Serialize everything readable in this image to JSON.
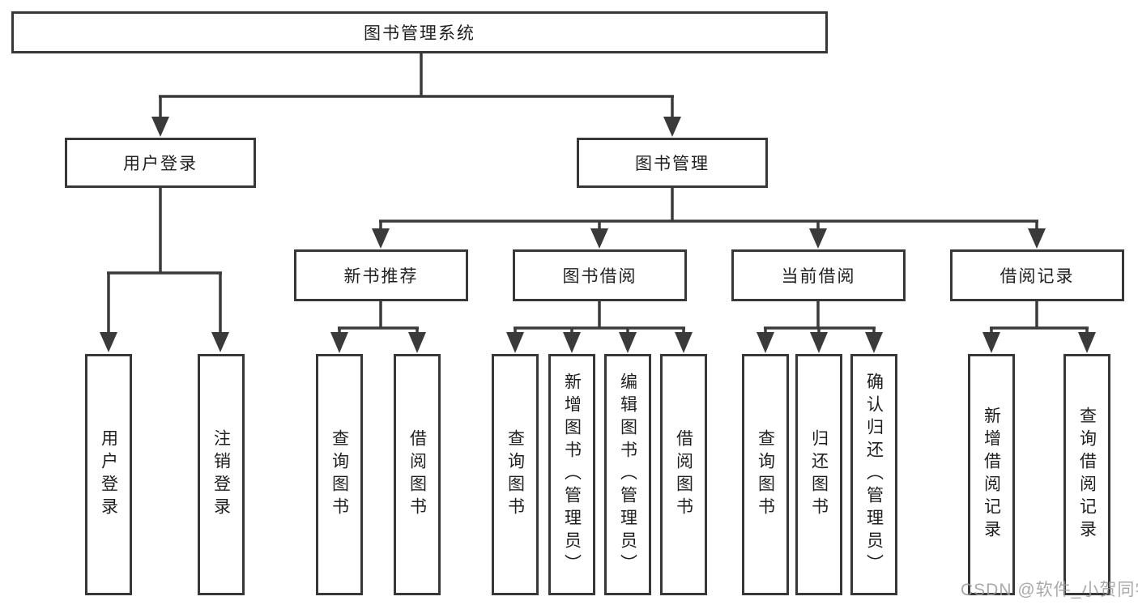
{
  "diagram": {
    "watermark": "CSDN @软件_小贺同学",
    "colors": {
      "line": "#3a3a3a",
      "border": "#383838",
      "text": "#1f1f1f",
      "watermark": "#9c9c9c",
      "background": "#ffffff"
    }
  },
  "tree": {
    "label": "图书管理系统",
    "children": [
      {
        "label": "用户登录",
        "children": [
          {
            "label": "用户登录"
          },
          {
            "label": "注销登录"
          }
        ]
      },
      {
        "label": "图书管理",
        "children": [
          {
            "label": "新书推荐",
            "children": [
              {
                "label": "查询图书"
              },
              {
                "label": "借阅图书"
              }
            ]
          },
          {
            "label": "图书借阅",
            "children": [
              {
                "label": "查询图书"
              },
              {
                "label": "新增图书（管理员）"
              },
              {
                "label": "编辑图书（管理员）"
              },
              {
                "label": "借阅图书"
              }
            ]
          },
          {
            "label": "当前借阅",
            "children": [
              {
                "label": "查询图书"
              },
              {
                "label": "归还图书"
              },
              {
                "label": "确认归还（管理员）"
              }
            ]
          },
          {
            "label": "借阅记录",
            "children": [
              {
                "label": "新增借阅记录"
              },
              {
                "label": "查询借阅记录"
              }
            ]
          }
        ]
      }
    ]
  }
}
